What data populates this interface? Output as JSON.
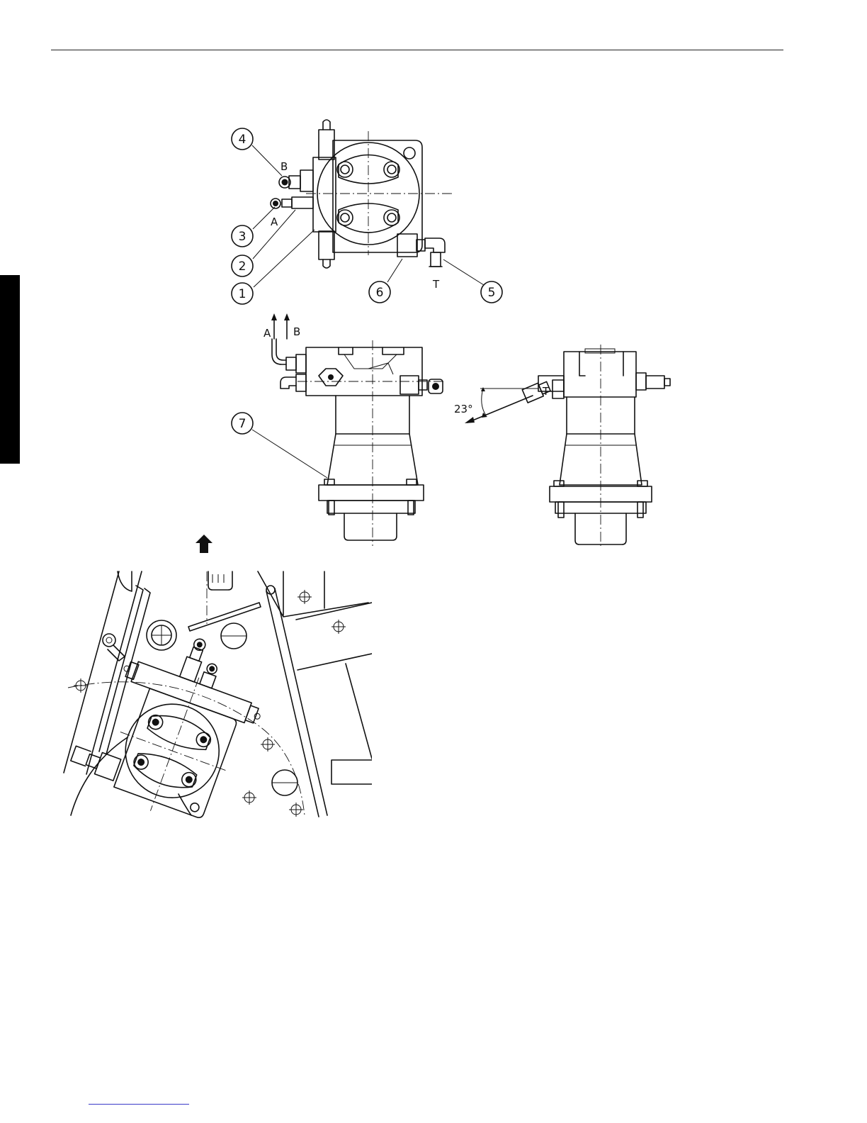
{
  "callouts": [
    "4",
    "3",
    "2",
    "1",
    "6",
    "5",
    "7"
  ],
  "ports": {
    "a": "A",
    "b": "B",
    "t": "T"
  },
  "angle": "23°"
}
